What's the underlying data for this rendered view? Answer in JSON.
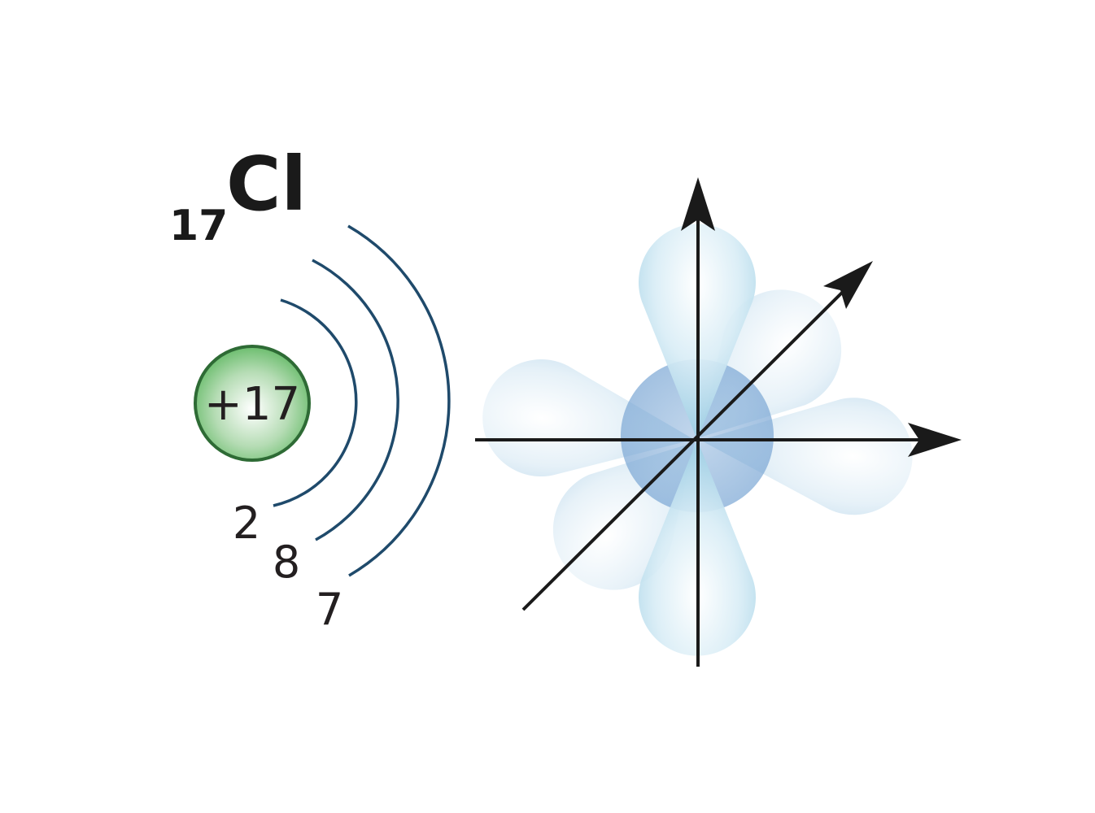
{
  "element": {
    "atomic_number": "17",
    "symbol": "Cl"
  },
  "nucleus": {
    "charge": "+17",
    "fill_color": "#6cbd6e",
    "stroke_color": "#2e6b35"
  },
  "shells": [
    {
      "electrons": "2"
    },
    {
      "electrons": "8"
    },
    {
      "electrons": "7"
    }
  ],
  "colors": {
    "shell_line": "#1f4a6b",
    "axis": "#1a1a1a",
    "orbital_light": "#ffffff",
    "orbital_mid": "#bfe0ee",
    "orbital_dark": "#7ab8d6",
    "s_orbital": "#8fb5dc"
  }
}
